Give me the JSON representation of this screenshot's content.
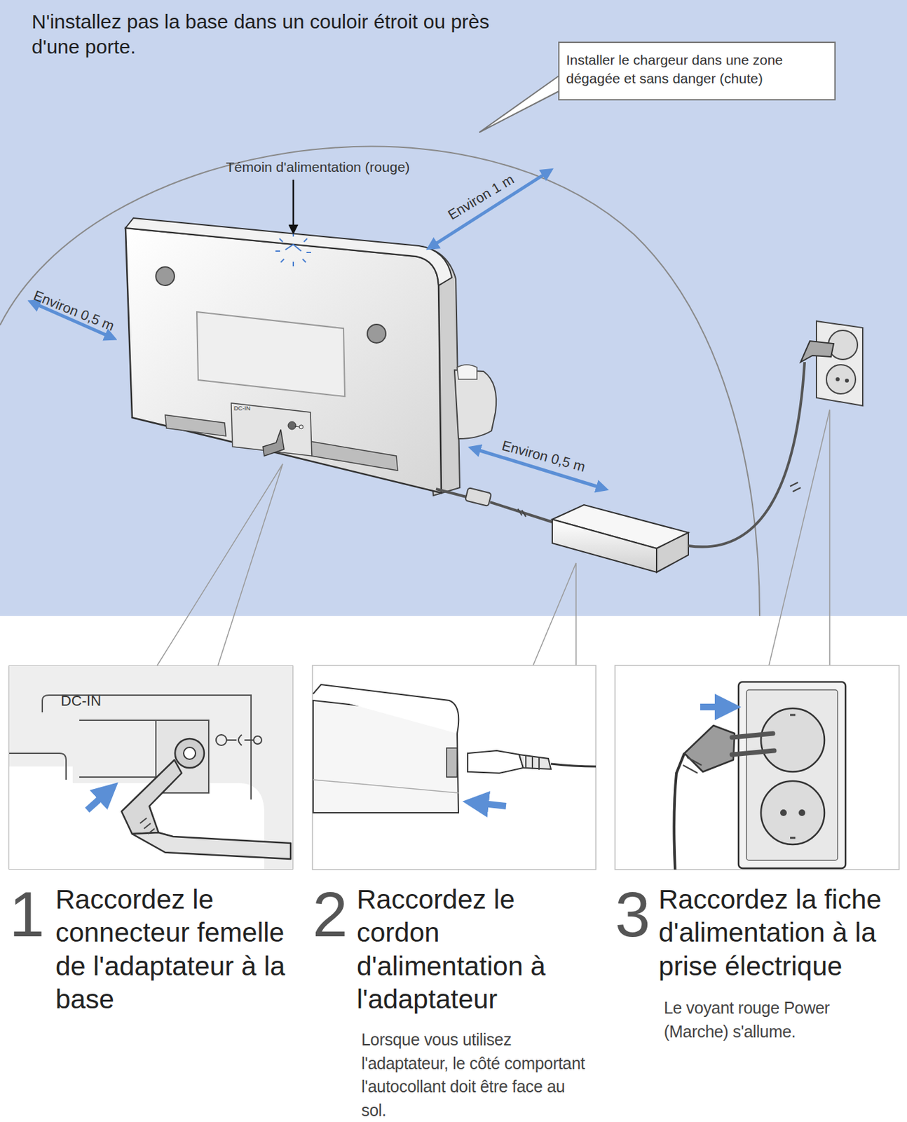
{
  "diagram": {
    "title": "N'installez pas la base dans un couloir étroit ou près d'une porte.",
    "nodes": [
      {
        "text": [
          "Installer le chargeur dans une zone dégagée et sans danger (chute)"
        ]
      },
      {
        "text": [
          "DC-IN"
        ]
      }
    ],
    "labels": [
      "Témoin d'alimentation (rouge)",
      "Environ 1 m",
      "Environ 0,5 m",
      "Environ 0,5 m",
      "DC-IN",
      "1",
      "Raccordez le connecteur femelle de l'adaptateur à la base",
      "2",
      "Raccordez le cordon d'alimentation à l'adaptateur",
      "Lorsque vous utilisez l'adaptateur, le côté comportant l'autocollant doit être face au sol.",
      "3",
      "Raccordez la fiche d'alimentation à la prise électrique",
      "Le voyant rouge Power (Marche) s'allume."
    ]
  }
}
